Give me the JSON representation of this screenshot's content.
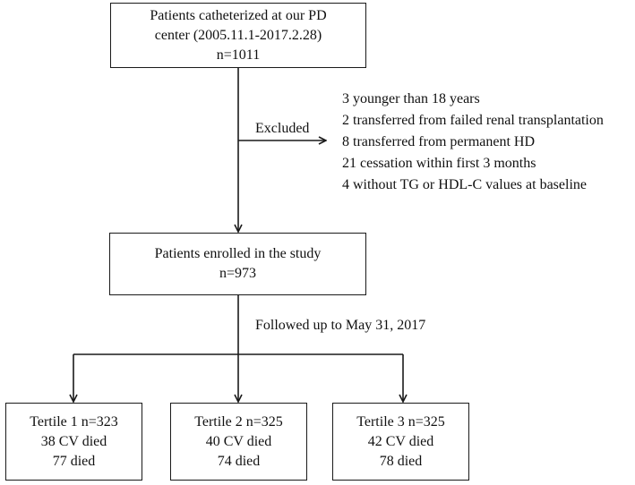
{
  "source": {
    "lines": [
      "Patients catheterized at our PD",
      "center (2005.11.1-2017.2.28)",
      "n=1011"
    ]
  },
  "excluded": {
    "label": "Excluded",
    "items": [
      "3 younger than 18 years",
      "2 transferred from failed renal transplantation",
      "8 transferred from permanent HD",
      "21 cessation within first 3 months",
      "4 without TG or HDL-C values at baseline"
    ]
  },
  "enrolled": {
    "lines": [
      "Patients enrolled in the study",
      "n=973"
    ]
  },
  "followup": {
    "label": "Followed up to May 31, 2017"
  },
  "tertiles": [
    {
      "lines": [
        "Tertile 1 n=323",
        "38 CV died",
        "77 died"
      ]
    },
    {
      "lines": [
        "Tertile 2 n=325",
        "40 CV died",
        "74 died"
      ]
    },
    {
      "lines": [
        "Tertile 3 n=325",
        "42 CV died",
        "78 died"
      ]
    }
  ]
}
